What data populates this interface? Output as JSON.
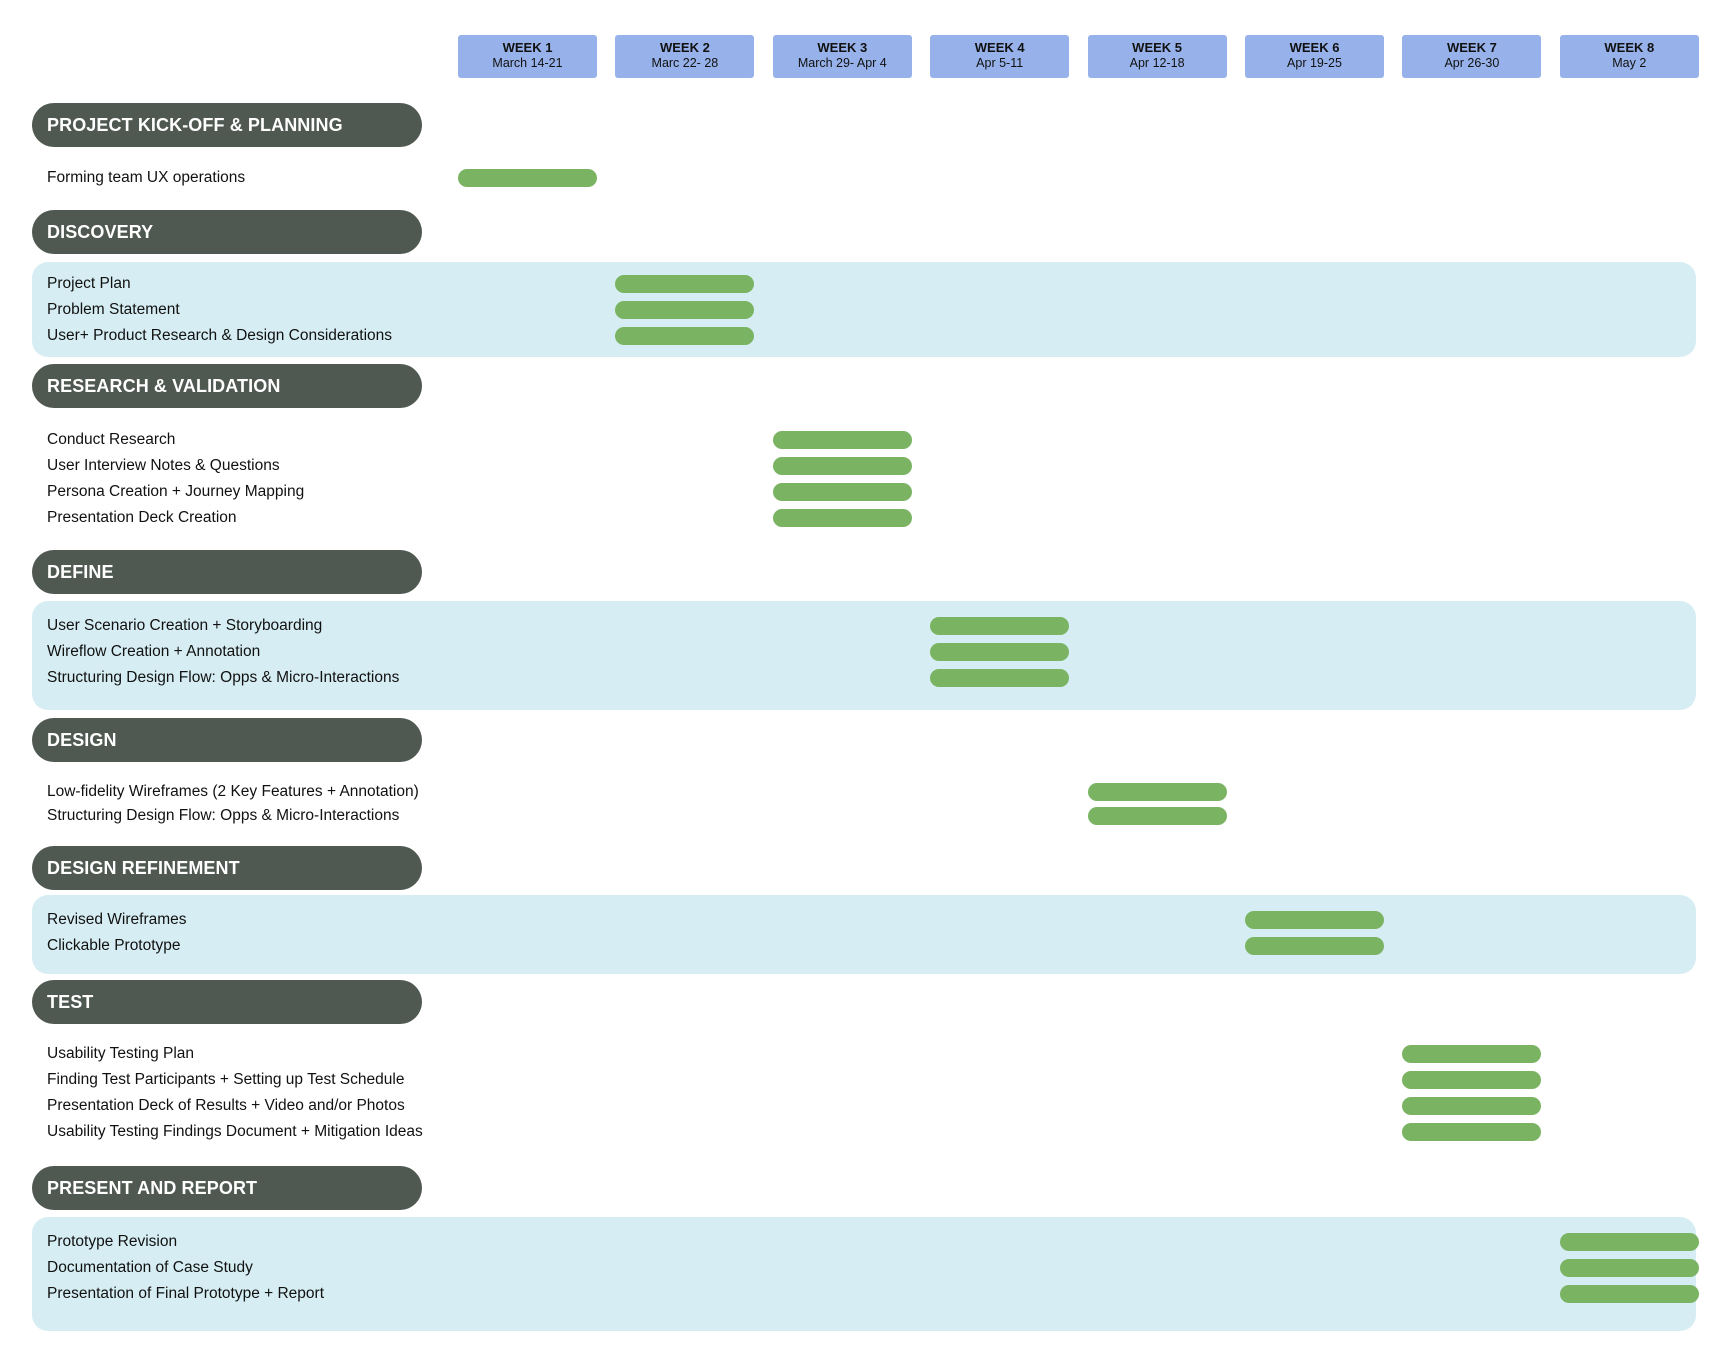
{
  "colors": {
    "header_fill": "#97b2ea",
    "section_pill": "#4f5851",
    "band_fill": "#d6eef3",
    "bar_fill": "#7ab462"
  },
  "chart_data": {
    "type": "gantt",
    "weeks": [
      {
        "label": "WEEK 1",
        "dates": "March 14-21"
      },
      {
        "label": "WEEK 2",
        "dates": "Marc 22- 28"
      },
      {
        "label": "WEEK 3",
        "dates": "March 29- Apr 4"
      },
      {
        "label": "WEEK 4",
        "dates": "Apr 5-11"
      },
      {
        "label": "WEEK 5",
        "dates": "Apr 12-18"
      },
      {
        "label": "WEEK 6",
        "dates": "Apr 19-25"
      },
      {
        "label": "WEEK 7",
        "dates": "Apr 26-30"
      },
      {
        "label": "WEEK 8",
        "dates": "May 2"
      }
    ],
    "sections": [
      {
        "title": "PROJECT KICK-OFF & PLANNING",
        "shaded": false,
        "tasks": [
          {
            "name": "Forming team UX operations",
            "week": 1
          }
        ]
      },
      {
        "title": "DISCOVERY",
        "shaded": true,
        "tasks": [
          {
            "name": "Project Plan",
            "week": 2
          },
          {
            "name": "Problem Statement",
            "week": 2
          },
          {
            "name": "User+ Product Research & Design Considerations",
            "week": 2
          }
        ]
      },
      {
        "title": "RESEARCH & VALIDATION",
        "shaded": false,
        "tasks": [
          {
            "name": "Conduct Research",
            "week": 3
          },
          {
            "name": "User Interview Notes & Questions",
            "week": 3
          },
          {
            "name": "Persona Creation + Journey Mapping",
            "week": 3
          },
          {
            "name": "Presentation Deck Creation",
            "week": 3
          }
        ]
      },
      {
        "title": "DEFINE",
        "shaded": true,
        "tasks": [
          {
            "name": "User Scenario Creation + Storyboarding",
            "week": 4
          },
          {
            "name": "Wireflow Creation + Annotation",
            "week": 4
          },
          {
            "name": "Structuring Design Flow: Opps & Micro-Interactions",
            "week": 4
          }
        ]
      },
      {
        "title": "DESIGN",
        "shaded": false,
        "tasks": [
          {
            "name": "Low-fidelity Wireframes (2 Key Features + Annotation)",
            "week": 5
          },
          {
            "name": "Structuring Design Flow: Opps & Micro-Interactions",
            "week": 5
          }
        ]
      },
      {
        "title": "DESIGN REFINEMENT",
        "shaded": true,
        "tasks": [
          {
            "name": "Revised Wireframes",
            "week": 6
          },
          {
            "name": "Clickable Prototype",
            "week": 6
          }
        ]
      },
      {
        "title": "TEST",
        "shaded": false,
        "tasks": [
          {
            "name": "Usability Testing Plan",
            "week": 7
          },
          {
            "name": "Finding Test Participants + Setting up Test Schedule",
            "week": 7
          },
          {
            "name": "Presentation Deck of Results + Video and/or Photos",
            "week": 7
          },
          {
            "name": "Usability Testing Findings Document + Mitigation Ideas",
            "week": 7
          }
        ]
      },
      {
        "title": "PRESENT AND REPORT",
        "shaded": true,
        "tasks": [
          {
            "name": "Prototype Revision",
            "week": 8
          },
          {
            "name": "Documentation of Case Study",
            "week": 8
          },
          {
            "name": "Presentation of Final Prototype + Report",
            "week": 8
          }
        ]
      }
    ]
  }
}
